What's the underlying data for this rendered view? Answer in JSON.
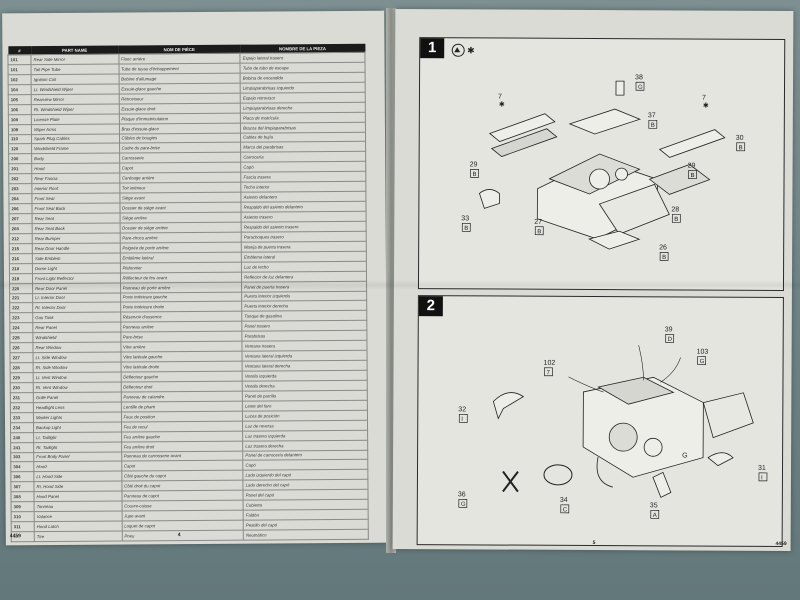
{
  "left_page": {
    "headers": [
      "#",
      "PART NAME",
      "NOM DE PIÈCE",
      "NOMBRE DE LA PIEZA"
    ],
    "rows": [
      [
        "101",
        "Rear Side Mirror",
        "Flanc arrière",
        "Espejo lateral trasero"
      ],
      [
        "101",
        "Tail Pipe Tube",
        "Tube de tuyau d'échappement",
        "Tubo de tubo de escape"
      ],
      [
        "102",
        "Ignition Coil",
        "Bobine d'allumage",
        "Bobina de encendido"
      ],
      [
        "104",
        "Lt. Windshield Wiper",
        "Essuie-glace gauche",
        "Limpiaparabrisas izquierdo"
      ],
      [
        "105",
        "Rearview Mirror",
        "Rétroviseur",
        "Espejo retrovisor"
      ],
      [
        "106",
        "Rt. Windshield Wiper",
        "Essuie-glace droit",
        "Limpiaparabrisas derecho"
      ],
      [
        "108",
        "License Plate",
        "Plaque d'immatriculation",
        "Placa de matrícula"
      ],
      [
        "109",
        "Wiper Arms",
        "Bras d'essuie-glace",
        "Brazos del limpiaparabrisas"
      ],
      [
        "110",
        "Spark Plug Cables",
        "Câbles de bougies",
        "Cables de bujía"
      ],
      [
        "120",
        "Windshield Frame",
        "Cadre du pare-brise",
        "Marco del parabrisas"
      ],
      [
        "200",
        "Body",
        "Carrosserie",
        "Carrocería"
      ],
      [
        "201",
        "Hood",
        "Capot",
        "Capó"
      ],
      [
        "202",
        "Rear Fascia",
        "Carénage arrière",
        "Fascia trasera"
      ],
      [
        "203",
        "Interior Roof",
        "Toit intérieur",
        "Techo interior"
      ],
      [
        "204",
        "Front Seat",
        "Siège avant",
        "Asiento delantero"
      ],
      [
        "206",
        "Front Seat Back",
        "Dossier de siège avant",
        "Respaldo del asiento delantero"
      ],
      [
        "207",
        "Rear Seat",
        "Siège arrière",
        "Asiento trasero"
      ],
      [
        "208",
        "Rear Seat Back",
        "Dossier de siège arrière",
        "Respaldo del asiento trasero"
      ],
      [
        "212",
        "Rear Bumper",
        "Pare-chocs arrière",
        "Parachoques trasero"
      ],
      [
        "215",
        "Rear Door Handle",
        "Poignée de porte arrière",
        "Manija de puerta trasera"
      ],
      [
        "216",
        "Side Emblem",
        "Emblème latéral",
        "Emblema lateral"
      ],
      [
        "218",
        "Dome Light",
        "Plafonnier",
        "Luz de techo"
      ],
      [
        "219",
        "Front Light Reflector",
        "Réflecteur de feu avant",
        "Reflector de luz delantera"
      ],
      [
        "220",
        "Rear Door Panel",
        "Panneau de porte arrière",
        "Panel de puerta trasera"
      ],
      [
        "221",
        "Lt. Interior Door",
        "Porte intérieure gauche",
        "Puerta interior izquierda"
      ],
      [
        "222",
        "Rt. Interior Door",
        "Porte intérieure droite",
        "Puerta interior derecha"
      ],
      [
        "223",
        "Gas Tank",
        "Réservoir d'essence",
        "Tanque de gasolina"
      ],
      [
        "224",
        "Rear Panel",
        "Panneau arrière",
        "Panel trasero"
      ],
      [
        "225",
        "Windshield",
        "Pare-brise",
        "Parabrisas"
      ],
      [
        "226",
        "Rear Window",
        "Vitre arrière",
        "Ventana trasera"
      ],
      [
        "227",
        "Lt. Side Window",
        "Vitre latérale gauche",
        "Ventana lateral izquierda"
      ],
      [
        "228",
        "Rt. Side Window",
        "Vitre latérale droite",
        "Ventana lateral derecha"
      ],
      [
        "229",
        "Lt. Vent Window",
        "Déflecteur gauche",
        "Ventila izquierda"
      ],
      [
        "230",
        "Rt. Vent Window",
        "Déflecteur droit",
        "Ventila derecha"
      ],
      [
        "231",
        "Grille Panel",
        "Panneau de calandre",
        "Panel de parrilla"
      ],
      [
        "232",
        "Headlight Lens",
        "Lentille de phare",
        "Lente del faro"
      ],
      [
        "233",
        "Marker Lights",
        "Feux de position",
        "Luces de posición"
      ],
      [
        "234",
        "Backup Light",
        "Feu de recul",
        "Luz de reversa"
      ],
      [
        "240",
        "Lt. Taillight",
        "Feu arrière gauche",
        "Luz trasera izquierda"
      ],
      [
        "241",
        "Rt. Taillight",
        "Feu arrière droit",
        "Luz trasera derecha"
      ],
      [
        "303",
        "Front Body Panel",
        "Panneau de carrosserie avant",
        "Panel de carrocería delantero"
      ],
      [
        "304",
        "Hood",
        "Capot",
        "Capó"
      ],
      [
        "306",
        "Lt. Hood Side",
        "Côté gauche du capot",
        "Lado izquierdo del capó"
      ],
      [
        "307",
        "Rt. Hood Side",
        "Côté droit du capot",
        "Lado derecho del capó"
      ],
      [
        "308",
        "Hood Panel",
        "Panneau de capot",
        "Panel del capó"
      ],
      [
        "309",
        "Tonneau",
        "Couvre-caisse",
        "Cubierta"
      ],
      [
        "310",
        "Valance",
        "Jupe avant",
        "Faldón"
      ],
      [
        "311",
        "Hood Latch",
        "Loquet de capot",
        "Pestillo del capó"
      ],
      [
        "—",
        "Tire",
        "Pneu",
        "Neumático"
      ]
    ],
    "footer_left": "4459",
    "page_number": "4"
  },
  "right_page": {
    "step1": {
      "number": "1",
      "callouts": [
        {
          "num": "7",
          "star": true
        },
        {
          "num": "29",
          "letter": "B"
        },
        {
          "num": "38",
          "letter": "G"
        },
        {
          "num": "37",
          "letter": "B"
        },
        {
          "num": "7",
          "star": true
        },
        {
          "num": "30",
          "letter": "B"
        },
        {
          "num": "29",
          "letter": "B"
        },
        {
          "num": "33",
          "letter": "B"
        },
        {
          "num": "27",
          "letter": "B"
        },
        {
          "num": "28",
          "letter": "B"
        },
        {
          "num": "26",
          "letter": "B"
        }
      ]
    },
    "step2": {
      "number": "2",
      "callouts": [
        {
          "num": "39",
          "letter": "D"
        },
        {
          "num": "102",
          "letter": "7"
        },
        {
          "num": "103",
          "letter": "G"
        },
        {
          "num": "32",
          "letter": "I"
        },
        {
          "num": "31",
          "letter": "I"
        },
        {
          "num": "36",
          "letter": "G"
        },
        {
          "num": "34",
          "letter": "C"
        },
        {
          "num": "35",
          "letter": "A"
        },
        {
          "num": "G",
          "letter": ""
        }
      ]
    },
    "page_number": "5",
    "footer_right": "4459"
  },
  "colors": {
    "background": "#6f8487",
    "paper": "#d9dbd4",
    "ink": "#222222"
  }
}
